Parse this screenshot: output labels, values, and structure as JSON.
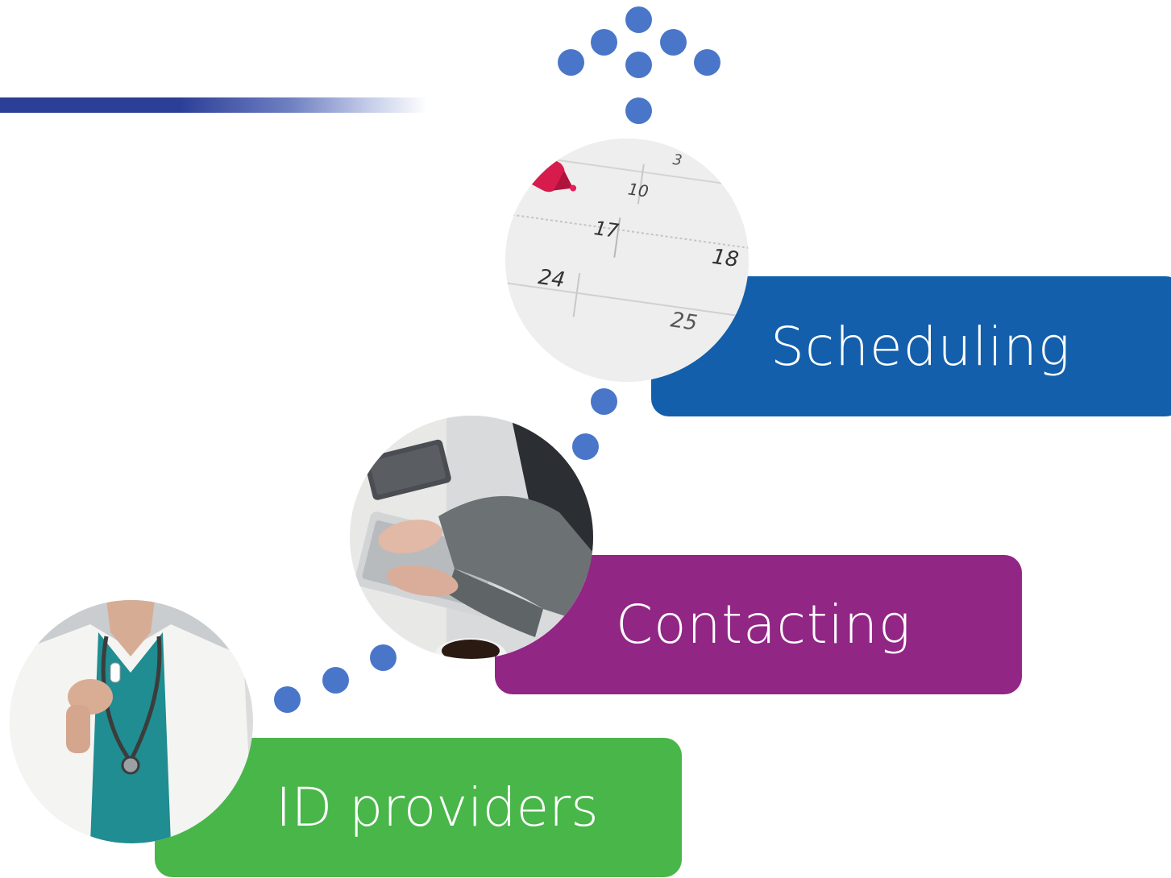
{
  "steps": [
    {
      "id": "scheduling",
      "label": "Scheduling",
      "color": "#135fab",
      "image": "calendar-photo"
    },
    {
      "id": "contacting",
      "label": "Contacting",
      "color": "#912685",
      "image": "typing-photo"
    },
    {
      "id": "id_providers",
      "label": "ID providers",
      "color": "#48b649",
      "image": "doctor-photo"
    }
  ],
  "calendar_dates": [
    "3",
    "10",
    "17",
    "18",
    "24",
    "25"
  ],
  "accent_colors": {
    "dots": "#4a76c9",
    "header_bar": "#2b3f97"
  }
}
